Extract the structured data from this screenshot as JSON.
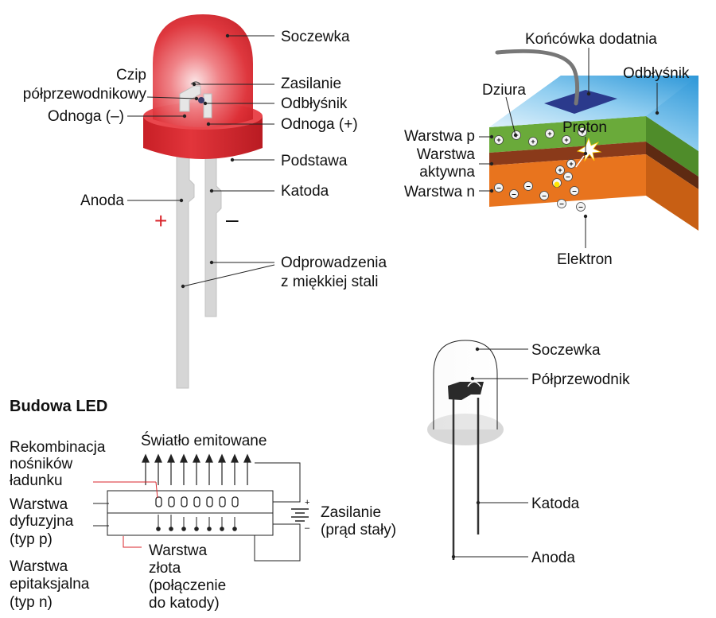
{
  "colors": {
    "led_red": "#d9252b",
    "led_red_light": "#f4a3a6",
    "layer_p": "#6aaa3a",
    "layer_active": "#8a3a1a",
    "layer_n": "#e8741e",
    "top_blue": "#3ba3df",
    "contact": "#2b3a8c",
    "plus_sign": "#d9252b"
  },
  "led": {
    "labels": {
      "lens": "Soczewka",
      "chip_line1": "Czip",
      "chip_line2": "półprzewodnikowy",
      "power": "Zasilanie",
      "reflector": "Odbłyśnik",
      "leg_minus": "Odnoga (–)",
      "leg_plus": "Odnoga (+)",
      "base": "Podstawa",
      "anode": "Anoda",
      "cathode": "Katoda",
      "leads_line1": "Odprowadzenia",
      "leads_line2": "z miękkiej stali",
      "plus": "+",
      "minus": "–"
    }
  },
  "junction": {
    "labels": {
      "positive_tip": "Końcówka dodatnia",
      "reflector": "Odbłyśnik",
      "hole": "Dziura",
      "proton": "Proton",
      "p_layer": "Warstwa p",
      "active_line1": "Warstwa",
      "active_line2": "aktywna",
      "n_layer": "Warstwa n",
      "electron": "Elektron"
    }
  },
  "schematic": {
    "title": "Budowa LED",
    "labels": {
      "emitted_light": "Światło emitowane",
      "recomb_line1": "Rekombinacja",
      "recomb_line2": "nośników",
      "recomb_line3": "ładunku",
      "diffusion_line1": "Warstwa",
      "diffusion_line2": "dyfuzyjna",
      "diffusion_line3": "(typ p)",
      "epi_line1": "Warstwa",
      "epi_line2": "epitaksjalna",
      "epi_line3": "(typ n)",
      "gold_line1": "Warstwa",
      "gold_line2": "złota",
      "gold_line3": "(połączenie",
      "gold_line4": "do katody)",
      "supply_line1": "Zasilanie",
      "supply_line2": "(prąd stały)",
      "batt_plus": "+",
      "batt_minus": "–"
    }
  },
  "simple_led": {
    "labels": {
      "lens": "Soczewka",
      "semiconductor": "Półprzewodnik",
      "cathode": "Katoda",
      "anode": "Anoda"
    }
  }
}
